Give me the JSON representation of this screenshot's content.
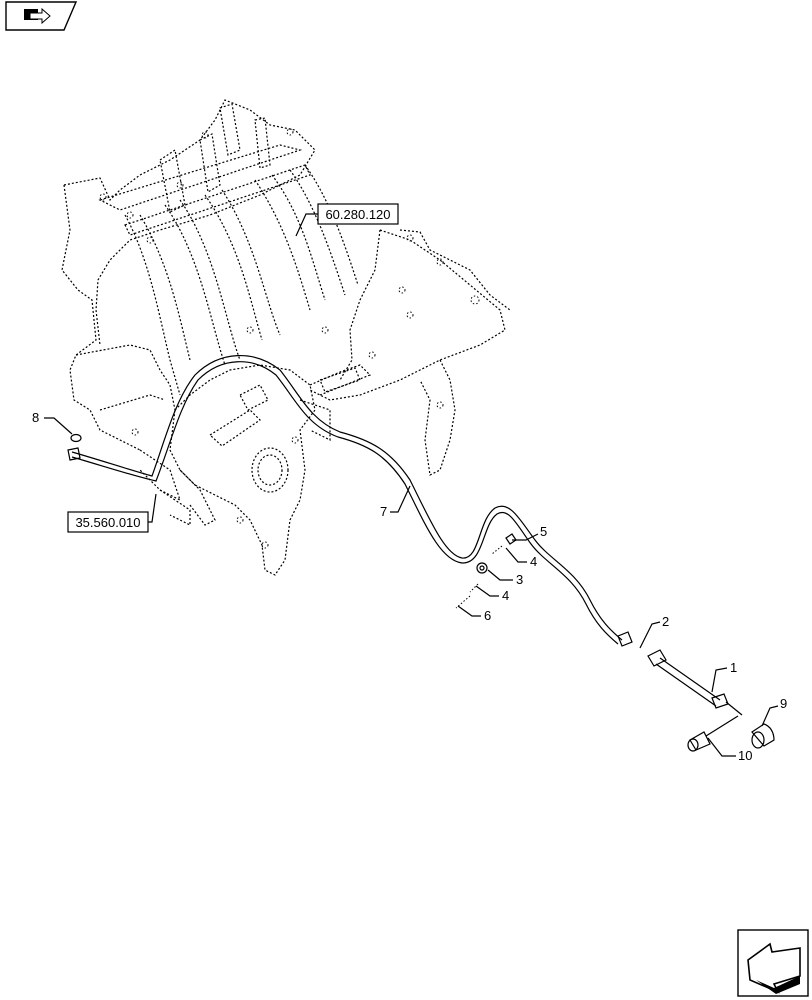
{
  "references": [
    {
      "id": "ref-60-280-120",
      "label": "60.280.120"
    },
    {
      "id": "ref-35-560-010",
      "label": "35.560.010"
    }
  ],
  "callouts": [
    "1",
    "2",
    "3",
    "4",
    "4",
    "5",
    "6",
    "7",
    "8",
    "9",
    "10"
  ],
  "nav": {
    "top_icon": "book-arrow-icon",
    "bottom_icon": "next-page-arrow-icon"
  }
}
